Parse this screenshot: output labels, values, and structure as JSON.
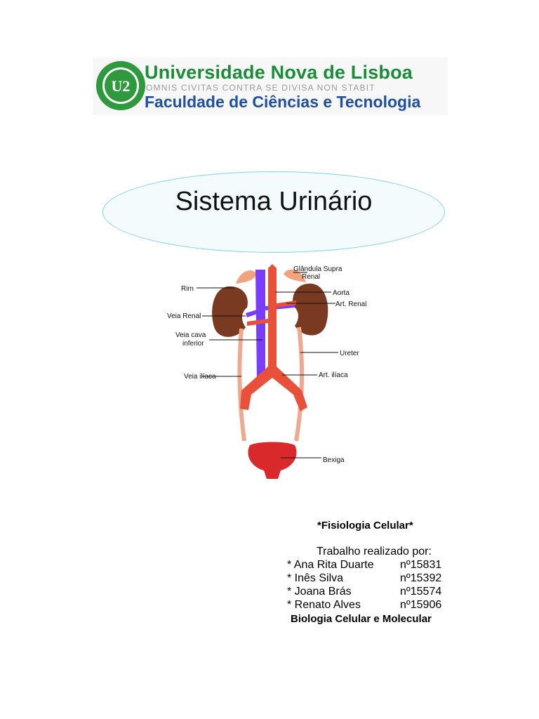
{
  "header": {
    "university": "Universidade Nova de Lisboa",
    "motto": "OMNIS CIVITAS CONTRA SE DIVISA NON STABIT",
    "faculty": "Faculdade de Ciências e Tecnologia",
    "seal_text": "U2",
    "colors": {
      "university": "#1b8c3a",
      "faculty": "#1f4fa5",
      "seal": "#2e9a3d"
    }
  },
  "title": "Sistema Urinário",
  "diagram": {
    "labels": {
      "adrenal_line1": "Glândula Supra",
      "adrenal_line2": "Renal",
      "kidney": "Rim",
      "aorta": "Aorta",
      "renal_artery": "Art. Renal",
      "renal_vein": "Veia Renal",
      "vena_cava_line1": "Veia cava",
      "vena_cava_line2": "inferior",
      "ureter": "Ureter",
      "iliac_vein": "Veia ilíaca",
      "iliac_artery": "Art. ilíaca",
      "bladder": "Bexiga"
    },
    "colors": {
      "kidney": "#7a3a22",
      "vein": "#7a3cff",
      "artery": "#e8503a",
      "ureter": "#f0a890",
      "bladder": "#d9292a"
    }
  },
  "info": {
    "course": "*Fisiologia Celular*",
    "made_by": "Trabalho realizado por:",
    "students": [
      {
        "name": "* Ana Rita Duarte",
        "number": "nº15831"
      },
      {
        "name": "* Inês Silva",
        "number": "nº15392"
      },
      {
        "name": "* Joana Brás",
        "number": "nº15574"
      },
      {
        "name": "* Renato Alves",
        "number": "nº15906"
      }
    ],
    "degree": "Biologia Celular e Molecular"
  }
}
